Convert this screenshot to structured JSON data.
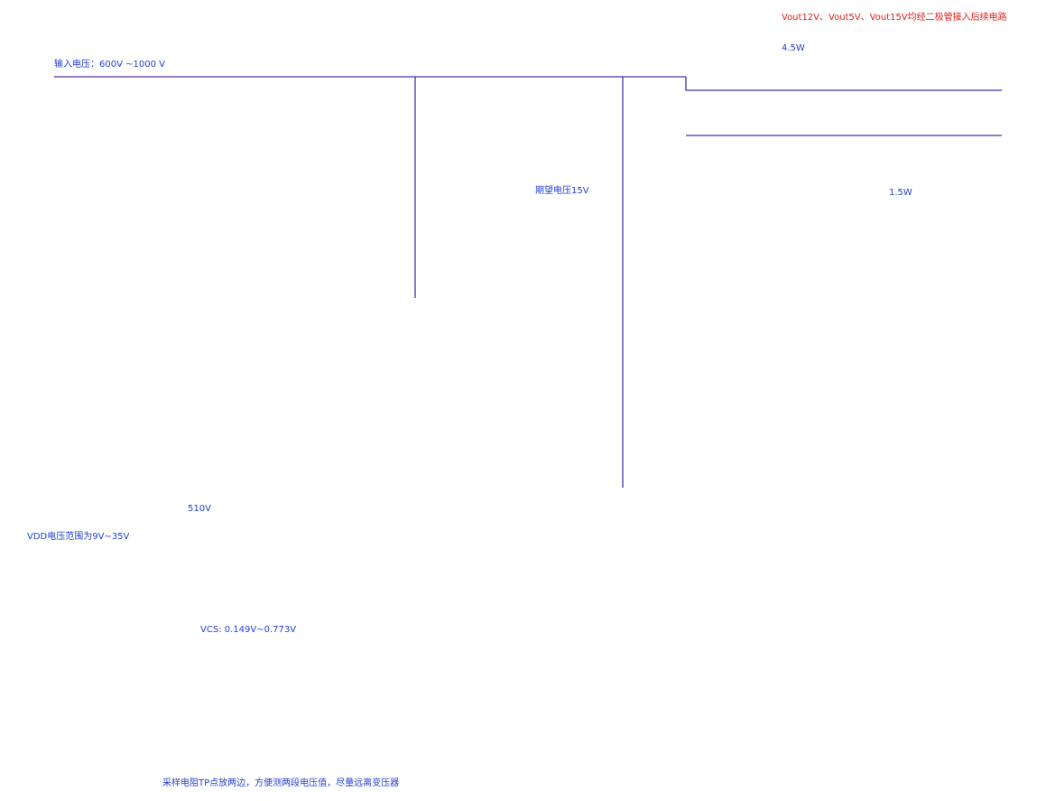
{
  "notes": {
    "top_red": "Vout12V、Vout5V、Vout15V均经二极管接入后续电路",
    "input_voltage": "输入电压：600V ~1000 V",
    "expected_voltage": "期望电压15V",
    "vdd_range": "VDD电压范围为9V~35V",
    "sample_note": "采样电阻TP点放两边，方便测两段电压值，尽量远离变压器"
  },
  "labels": {
    "power_45": "4.5W",
    "power_15": "1.5W",
    "v510": "510V",
    "vcs": "VCS: 0.149V~0.773V"
  }
}
